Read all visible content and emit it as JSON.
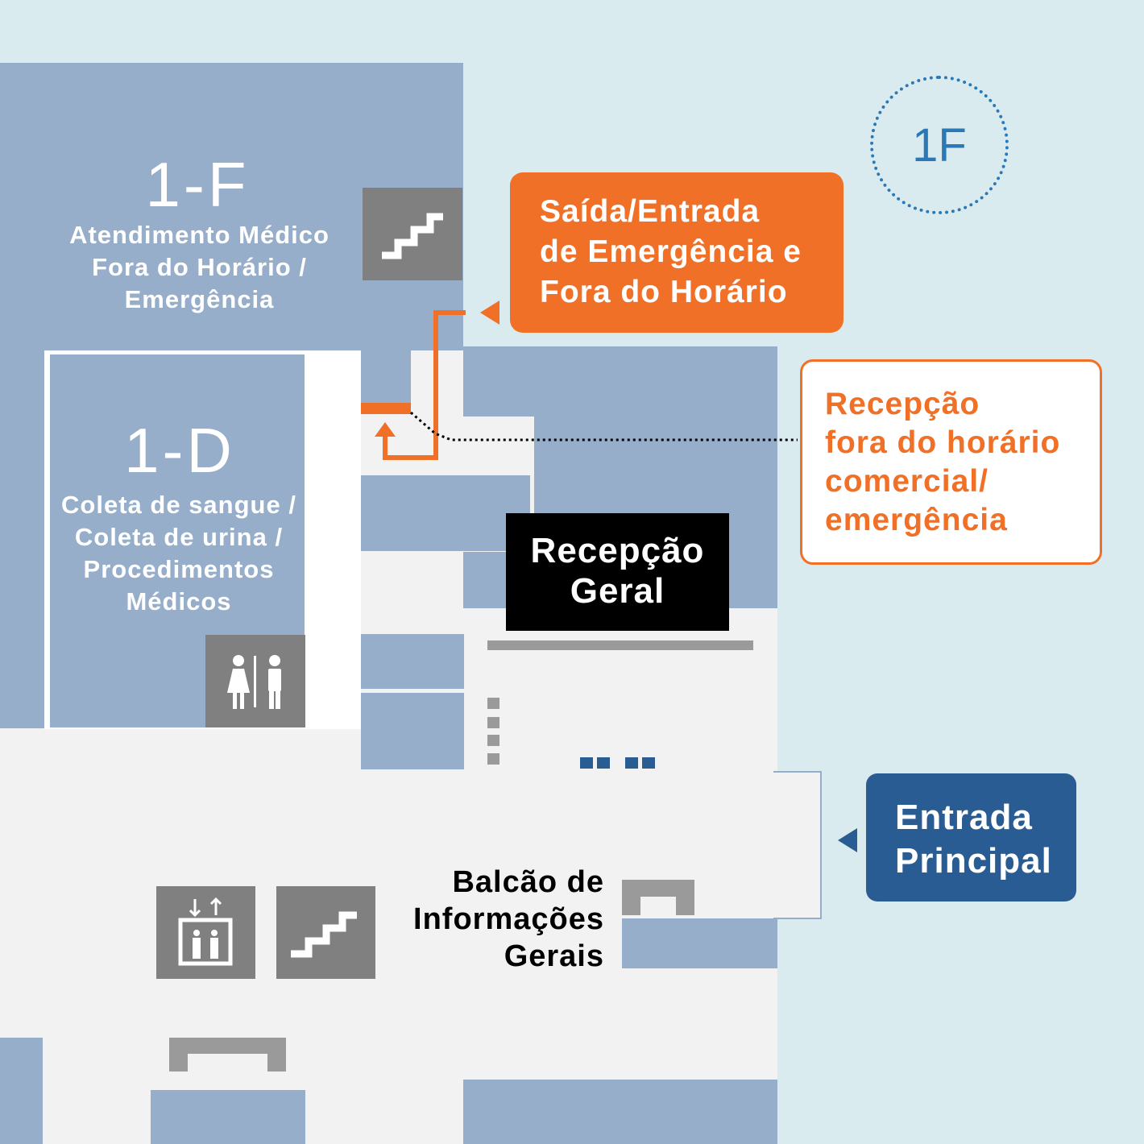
{
  "floor_badge": "1F",
  "rooms": {
    "r1f": {
      "code": "1-F",
      "lines": [
        "Atendimento Médico",
        "Fora do Horário /",
        "Emergência"
      ]
    },
    "r1d": {
      "code": "1-D",
      "lines": [
        "Coleta de sangue /",
        "Coleta de urina /",
        "Procedimentos",
        "Médicos"
      ]
    }
  },
  "labels": {
    "emergency_exit": {
      "lines": [
        "Saída/Entrada",
        "de Emergência e",
        "Fora do Horário"
      ]
    },
    "after_hours_reception": {
      "lines": [
        "Recepção",
        "fora do horário",
        "comercial/",
        "emergência"
      ]
    },
    "general_reception": {
      "lines": [
        "Recepção",
        "Geral"
      ]
    },
    "main_entrance": {
      "lines": [
        "Entrada",
        "Principal"
      ]
    },
    "info_desk": {
      "lines": [
        "Balcão de",
        "Informações",
        "Gerais"
      ]
    }
  },
  "icons": {
    "stairs_top": "stairs-icon",
    "restroom": "restroom-icon",
    "elevator": "elevator-icon",
    "stairs_bottom": "stairs-icon"
  },
  "colors": {
    "background": "#daebef",
    "room": "#96aec9",
    "corridor": "#f2f2f2",
    "icon_box": "#808080",
    "emergency_orange": "#f07027",
    "entrance_blue": "#2a5c94",
    "badge_blue": "#2a78b5",
    "reception_black": "#000000"
  }
}
